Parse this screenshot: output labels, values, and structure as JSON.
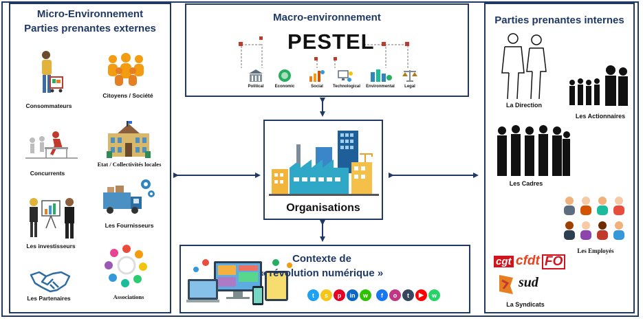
{
  "left_panel": {
    "title_line1": "Micro-Environnement",
    "title_line2": "Parties prenantes externes",
    "items": [
      {
        "label": "Consommateurs"
      },
      {
        "label": "Citoyens / Société"
      },
      {
        "label": "Concurrents"
      },
      {
        "label": "Etat / Collectivités locales"
      },
      {
        "label": "Les Fournisseurs"
      },
      {
        "label": "Les investisseurs"
      },
      {
        "label": "Les Partenaires"
      },
      {
        "label": "Associations"
      }
    ]
  },
  "top_panel": {
    "title": "Macro-environnement",
    "pestel_word": "PESTEL",
    "factors": [
      "Political",
      "Economic",
      "Social",
      "Technological",
      "Environmental",
      "Legal"
    ]
  },
  "center": {
    "label": "Organisations"
  },
  "bottom_panel": {
    "title_line1": "Contexte de",
    "title_line2": "« révolution numérique »"
  },
  "right_panel": {
    "title": "Parties prenantes internes",
    "items": [
      {
        "label": "La Direction"
      },
      {
        "label": "Les Actionnaires"
      },
      {
        "label": "Les Cadres"
      },
      {
        "label": "Les Employés"
      },
      {
        "label": "La Syndicats"
      }
    ],
    "union_logos": [
      "cgt",
      "cfdt",
      "FO",
      "sud"
    ]
  },
  "colors": {
    "navy": "#1f3864",
    "arrow": "#1f3864"
  }
}
